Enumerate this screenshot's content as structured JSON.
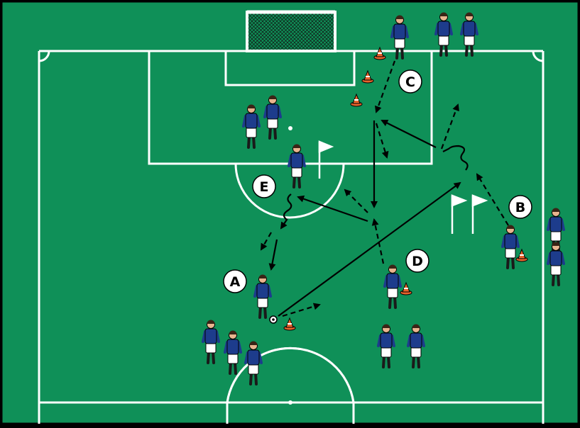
{
  "colors": {
    "pitch": "#0f9058",
    "line": "#ffffff",
    "kit_shirt": "#1d3c8c",
    "kit_shorts": "#ffffff",
    "skin": "#e9b58f",
    "cone": "#e8642c"
  },
  "labels": [
    {
      "id": "A",
      "text": "A"
    },
    {
      "id": "B",
      "text": "B"
    },
    {
      "id": "C",
      "text": "C"
    },
    {
      "id": "D",
      "text": "D"
    },
    {
      "id": "E",
      "text": "E"
    }
  ]
}
